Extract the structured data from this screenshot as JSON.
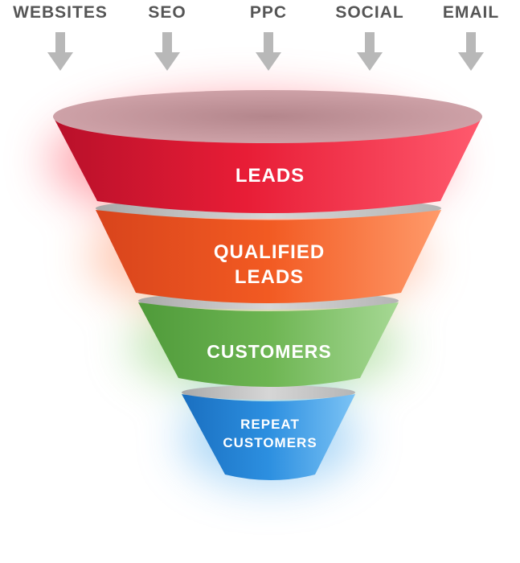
{
  "sources": [
    {
      "label": "WEBSITES"
    },
    {
      "label": "SEO"
    },
    {
      "label": "PPC"
    },
    {
      "label": "SOCIAL"
    },
    {
      "label": "EMAIL"
    }
  ],
  "stages": [
    {
      "lines": [
        "LEADS"
      ],
      "color": "#e8203a"
    },
    {
      "lines": [
        "QUALIFIED",
        "LEADS"
      ],
      "color": "#f1652c"
    },
    {
      "lines": [
        "CUSTOMERS"
      ],
      "color": "#74b85a"
    },
    {
      "lines": [
        "REPEAT",
        "CUSTOMERS"
      ],
      "color": "#2f8fd8"
    }
  ],
  "colors": {
    "arrow": "#b8b8b8",
    "source_text": "#555555",
    "funnel_rim": "#c9929a"
  },
  "icons": {
    "source_arrow": "arrow-down-icon"
  }
}
